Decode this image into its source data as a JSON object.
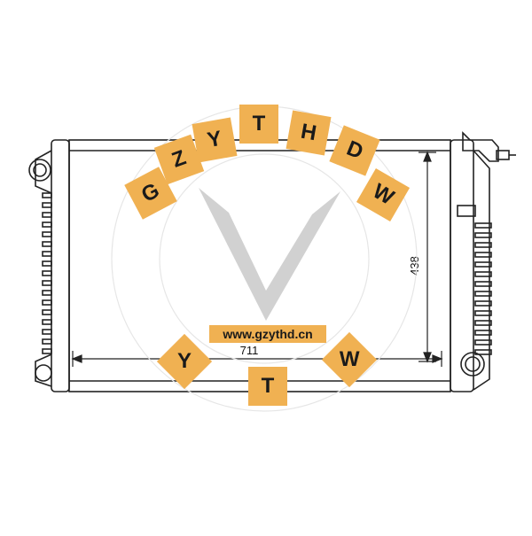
{
  "dimensions": {
    "width_label": "711",
    "height_label": "438"
  },
  "watermark": {
    "url": "www.gzythd.cn",
    "arc_letters": [
      "G",
      "Z",
      "Y",
      "T",
      "H",
      "D",
      "W"
    ],
    "bottom_letters": [
      "Y",
      "T",
      "W"
    ],
    "accent_color": "#f0b152",
    "logo": "v-chevron-logo"
  },
  "colors": {
    "line": "#222222",
    "background": "#ffffff"
  }
}
